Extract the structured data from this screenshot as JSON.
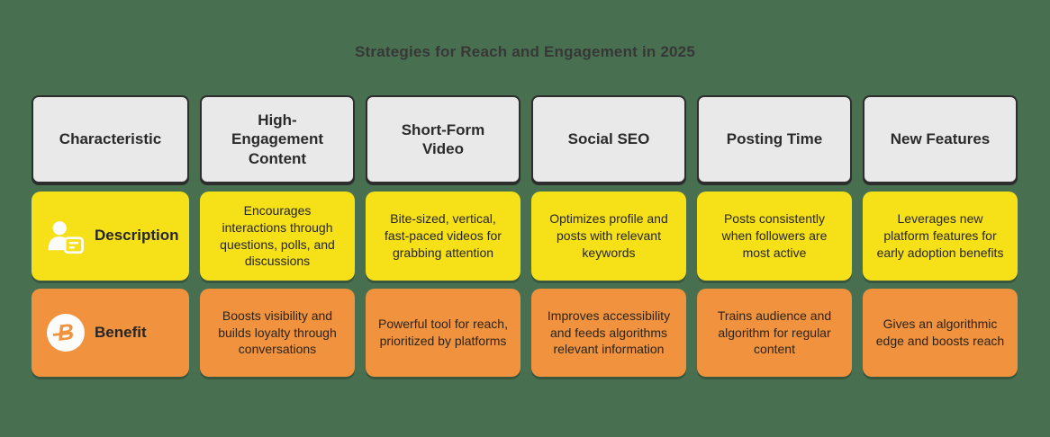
{
  "title": "Strategies for Reach and Engagement in 2025",
  "colors": {
    "background": "#487050",
    "description_row": "#F6E017",
    "benefit_row": "#F0923E",
    "header_bg": "#E9E9E9",
    "header_border": "#2D2D2D",
    "title_text": "#373737"
  },
  "columns": [
    "Characteristic",
    "High-Engagement Content",
    "Short-Form Video",
    "Social SEO",
    "Posting Time",
    "New Features"
  ],
  "rows": [
    {
      "label": "Description",
      "icon": "person-note-icon",
      "cells": [
        "Encourages interactions through questions, polls, and discussions",
        "Bite-sized, vertical, fast-paced videos for grabbing attention",
        "Optimizes profile and posts with relevant keywords",
        "Posts consistently when followers are most active",
        "Leverages new platform features for early adoption benefits"
      ]
    },
    {
      "label": "Benefit",
      "icon": "letter-b-badge-icon",
      "cells": [
        "Boosts visibility and builds loyalty through conversations",
        "Powerful tool for reach, prioritized by platforms",
        "Improves accessibility and feeds algorithms relevant information",
        "Trains audience and algorithm for regular content",
        "Gives an algorithmic edge and boosts reach"
      ]
    }
  ]
}
